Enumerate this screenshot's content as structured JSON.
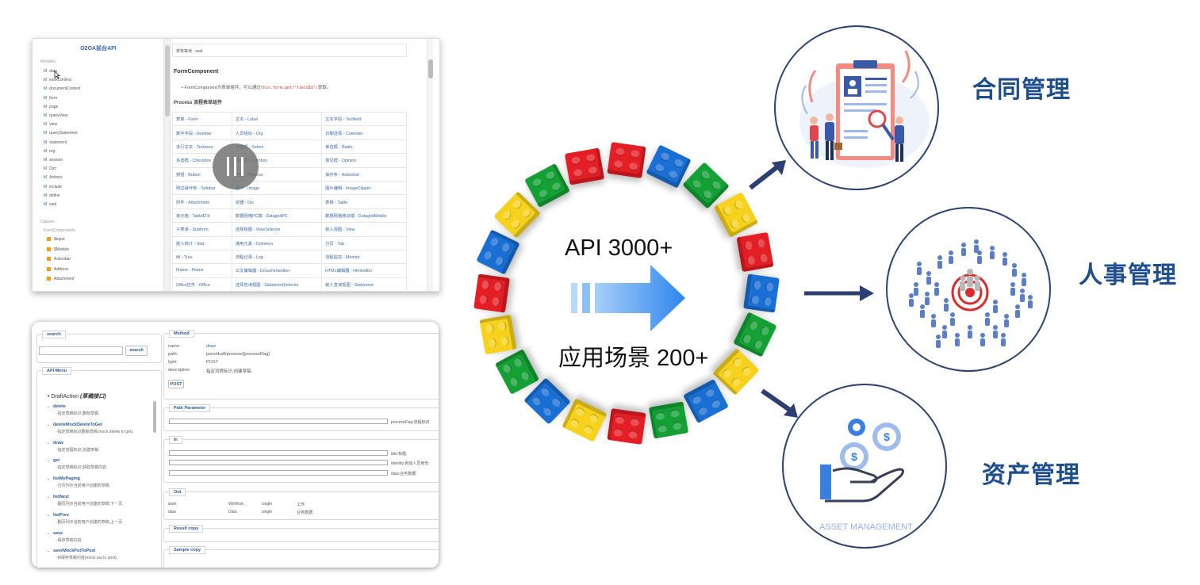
{
  "doc_window": {
    "title": "O2OA前台API",
    "modules_label": "Modules",
    "modules": [
      "data",
      "workContext",
      "documentContext",
      "form",
      "page",
      "queryView",
      "view",
      "queryStatement",
      "statement",
      "org",
      "session",
      "Dict",
      "Actions",
      "include",
      "define",
      "wait"
    ],
    "module_marker": "M",
    "classes_label": "Classes",
    "form_components_label": "FormComponents",
    "classes": [
      "$input",
      "$Module",
      "Actionbar",
      "Address",
      "Attachment"
    ],
    "wait_cell": "表单等待 - wait",
    "fc_heading": "FormComponent",
    "fc_desc_prefix": "FormComponent为表单组件，可以通过",
    "fc_desc_code": "this.form.get(\"fieldId\")",
    "fc_desc_suffix": "获取。",
    "process_heading": "Process 流程表单组件",
    "table": [
      [
        "表单 - Form",
        "文本 - Label",
        "文本字段 - Textfield"
      ],
      [
        "数字字段 - Number",
        "人员组织 - Org",
        "日期选择 - Calendar"
      ],
      [
        "多行文本 - Textarea",
        "下拉框 - Select",
        "单选框 - Radio"
      ],
      [
        "多选框 - Checkbox",
        "组合框 - Combox",
        "意见框 - Opinion"
      ],
      [
        "按钮 - Button",
        "地址 - Address",
        "操作条 - Actionbar"
      ],
      [
        "侧边操作条 - Sidebar",
        "图片 - Image",
        "图片编辑 - ImageClipper"
      ],
      [
        "附件 - Attachment",
        "容器 - Div",
        "表格 - Table"
      ],
      [
        "单元格 - Table$Td",
        "数据网格PC端 - DatagridPC",
        "数据网格移动端 - DatagridMobile"
      ],
      [
        "子表单 - Subform",
        "选择视图 - ViewSelector",
        "嵌入视图 - View"
      ],
      [
        "嵌入统计 - Stat",
        "通用元素 - Common",
        "分页 - Tab"
      ],
      [
        "树 - Tree",
        "流程记录 - Log",
        "流程监控 - Monitor"
      ],
      [
        "Iframe - Iframe",
        "公文编辑器 - Documenteditor",
        "HTML编辑器 - Htmleditor"
      ],
      [
        "Office控件 - Office",
        "选择查询视图 - StatementSelector",
        "嵌入查询视图 - Statement"
      ]
    ]
  },
  "api_window": {
    "search_legend": "search",
    "search_button": "search",
    "menu_legend": "API Menu",
    "draft_action": "DraftAction",
    "draft_action_cn": "(草稿接口)",
    "items": [
      {
        "name": "delete",
        "desc": "-指定草稿标识,删除草稿."
      },
      {
        "name": "deleteMockDeleteToGet",
        "desc": "-指定草稿标识删除草稿(mock delete to get)."
      },
      {
        "name": "draw",
        "desc": "-指定流程标识,创建草稿."
      },
      {
        "name": "get",
        "desc": "-指定草稿标识,获取草稿内容."
      },
      {
        "name": "listMyPaging",
        "desc": "-分页列示当前用户创建的草稿."
      },
      {
        "name": "listNext",
        "desc": "-翻页列示当前用户创建的草稿,下一页."
      },
      {
        "name": "listPrev",
        "desc": "-翻页列示当前用户创建的草稿,上一页."
      },
      {
        "name": "save",
        "desc": "-保存草稿内容."
      },
      {
        "name": "saveMockPutToPost",
        "desc": "-M保存草稿内容(mock put to post)."
      }
    ],
    "method_legend": "Method",
    "method": {
      "name_key": "name:",
      "name_val": "draw",
      "path_key": "path:",
      "path_val": "jaxrs/draft/process/{processFlag}",
      "type_key": "type:",
      "type_val": "POST",
      "desc_key": "description:",
      "desc_val": "指定流程标识,创建草稿."
    },
    "post_button": "POST",
    "path_param_legend": "Path Parameter",
    "path_param_label": "processFlag:流程标识",
    "in_legend": "In",
    "in_labels": [
      "title:标题.",
      "identity:启动人员身份.",
      "data:业务数据."
    ],
    "out_legend": "Out",
    "out_rows": [
      [
        "work",
        "WoWork",
        "single",
        "工作."
      ],
      [
        "data",
        "Data",
        "single",
        "业务数据."
      ]
    ],
    "result_legend": "Result copy",
    "sample_legend": "Sample copy"
  },
  "center": {
    "api_count": "API 3000+",
    "scene_count": "应用场景 200+"
  },
  "categories": [
    {
      "label": "合同管理",
      "icon": "contract-illustration-icon"
    },
    {
      "label": "人事管理",
      "icon": "crowd-target-icon"
    },
    {
      "label": "资产管理",
      "icon": "asset-hand-gears-icon",
      "caption": "ASSET MANAGEMENT"
    }
  ],
  "colors": {
    "brick_red": "#e31e24",
    "brick_yellow": "#f6d21c",
    "brick_green": "#14a035",
    "brick_blue": "#1a6fd4",
    "label_blue": "#1f4e8c",
    "arrow_navy": "#2d3e72",
    "big_arrow_blue": "#3a8cf0"
  }
}
